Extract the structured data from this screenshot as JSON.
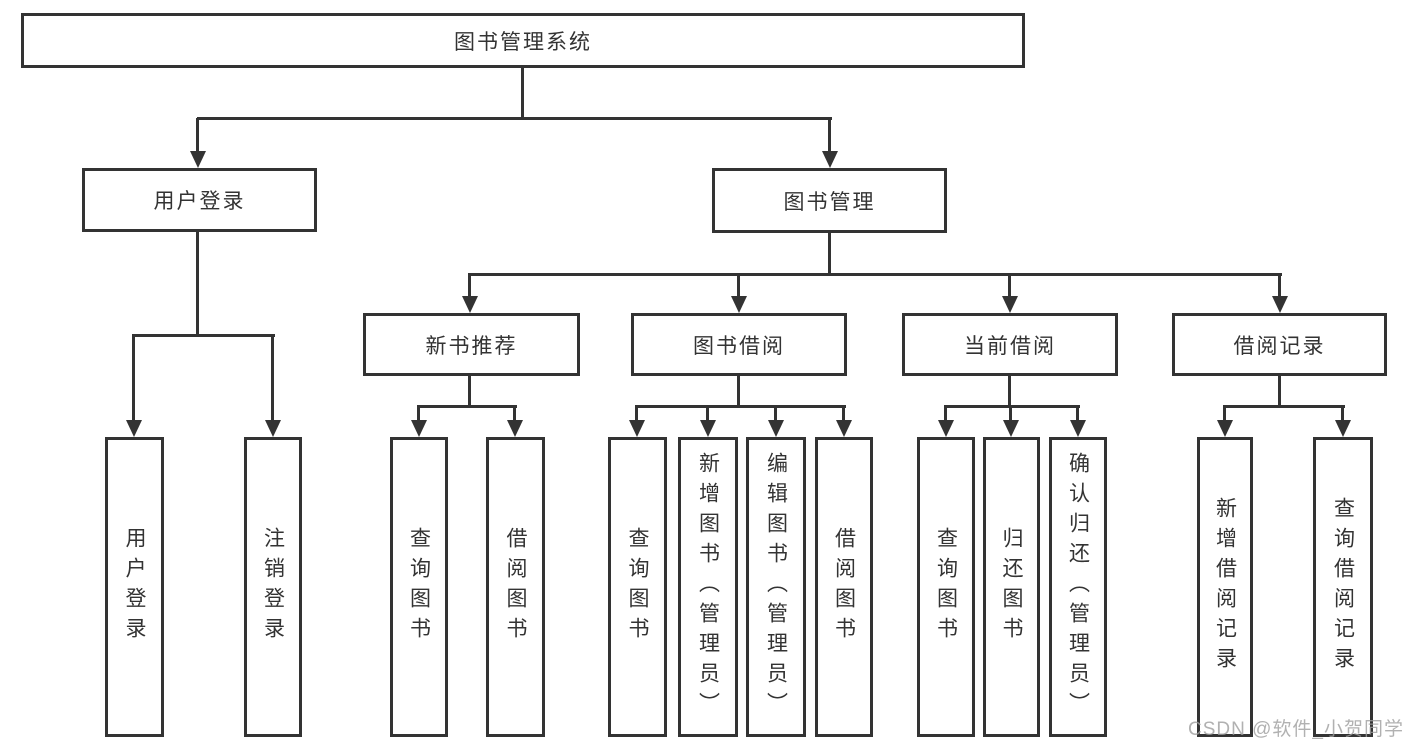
{
  "tree": {
    "label": "图书管理系统",
    "children": [
      {
        "label": "用户登录",
        "children": [
          {
            "label": "用户登录"
          },
          {
            "label": "注销登录"
          }
        ]
      },
      {
        "label": "图书管理",
        "children": [
          {
            "label": "新书推荐",
            "children": [
              {
                "label": "查询图书"
              },
              {
                "label": "借阅图书"
              }
            ]
          },
          {
            "label": "图书借阅",
            "children": [
              {
                "label": "查询图书"
              },
              {
                "label": "新增图书（管理员）"
              },
              {
                "label": "编辑图书（管理员）"
              },
              {
                "label": "借阅图书"
              }
            ]
          },
          {
            "label": "当前借阅",
            "children": [
              {
                "label": "查询图书"
              },
              {
                "label": "归还图书"
              },
              {
                "label": "确认归还（管理员）"
              }
            ]
          },
          {
            "label": "借阅记录",
            "children": [
              {
                "label": "新增借阅记录"
              },
              {
                "label": "查询借阅记录"
              }
            ]
          }
        ]
      }
    ]
  },
  "watermark": "CSDN @软件_小贺同学",
  "colors": {
    "line": "#333333",
    "text": "#333333",
    "watermark": "#9e9e9e",
    "background": "#ffffff"
  }
}
